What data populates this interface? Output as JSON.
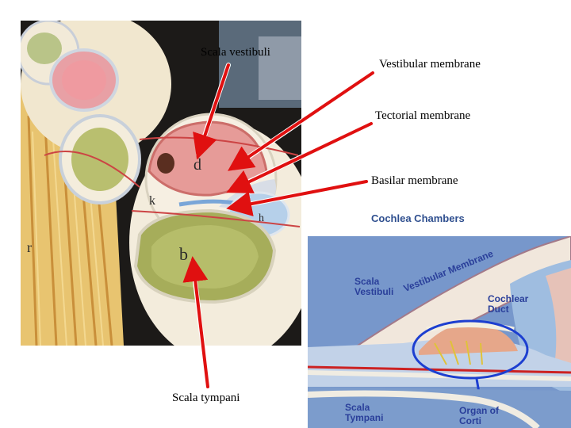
{
  "labels": {
    "scala_vestibuli": "Scala vestibuli",
    "vestibular_membrane": "Vestibular membrane",
    "tectorial_membrane": "Tectorial membrane",
    "basilar_membrane": "Basilar membrane",
    "scala_tympani": "Scala tympani"
  },
  "inset": {
    "title": "Cochlea Chambers",
    "scala_vestibuli": "Scala\nVestibuli",
    "vestibular_membrane": "Vestibular Membrane",
    "cochlear_duct": "Cochlear\nDuct",
    "scala_tympani": "Scala\nTympani",
    "organ_of_corti": "Organ of\nCorti"
  },
  "colors": {
    "arrow": "#e01010",
    "inset_label": "#2a3f9a",
    "highlight_ellipse": "#1d3fd0"
  }
}
